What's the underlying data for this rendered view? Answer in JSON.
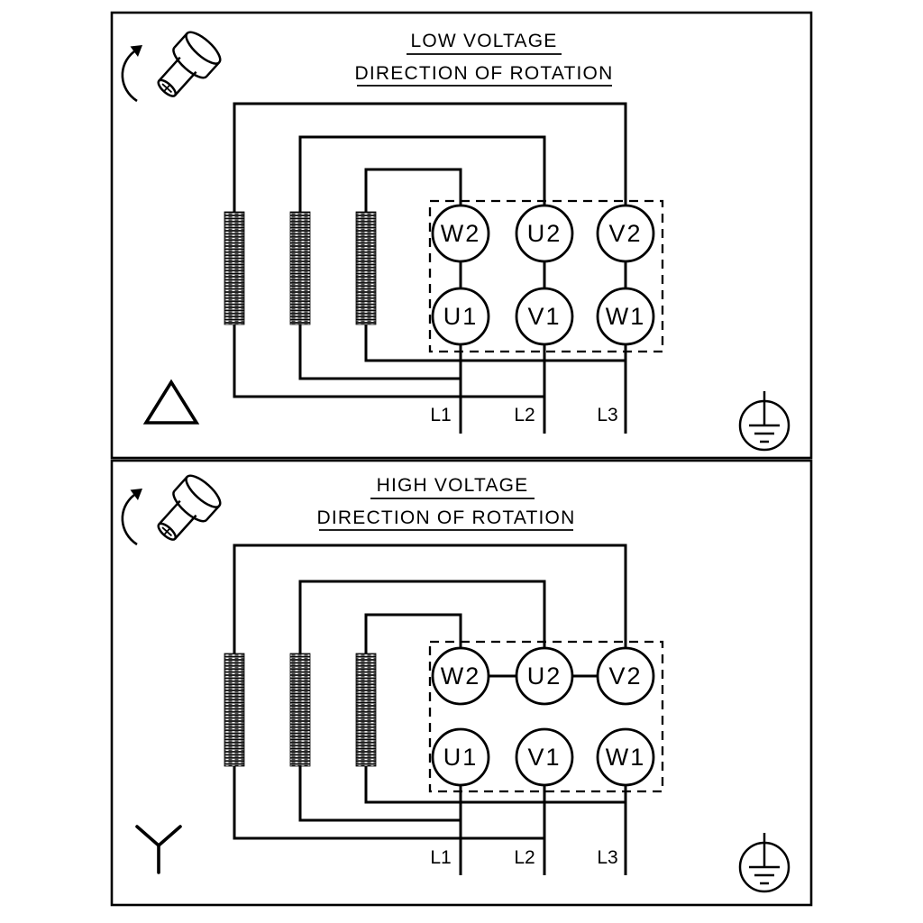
{
  "diagram": {
    "colors": {
      "line": "#000000",
      "background": "#ffffff"
    },
    "icons": {
      "motor_shaft": "motor-shaft-with-rotation-arrow",
      "low_voltage_connection": "delta-symbol",
      "high_voltage_connection": "star-symbol",
      "earth": "ground-symbol",
      "winding": "hatched-coil-bar"
    },
    "panels": [
      {
        "title": "LOW VOLTAGE",
        "subtitle": "DIRECTION OF ROTATION",
        "connection": "delta",
        "terminals_top": [
          "W2",
          "U2",
          "V2"
        ],
        "terminals_bottom": [
          "U1",
          "V1",
          "W1"
        ],
        "supply_lines": [
          "L1",
          "L2",
          "L3"
        ]
      },
      {
        "title": "HIGH VOLTAGE",
        "subtitle": "DIRECTION OF ROTATION",
        "connection": "star",
        "terminals_top": [
          "W2",
          "U2",
          "V2"
        ],
        "terminals_bottom": [
          "U1",
          "V1",
          "W1"
        ],
        "supply_lines": [
          "L1",
          "L2",
          "L3"
        ]
      }
    ]
  }
}
